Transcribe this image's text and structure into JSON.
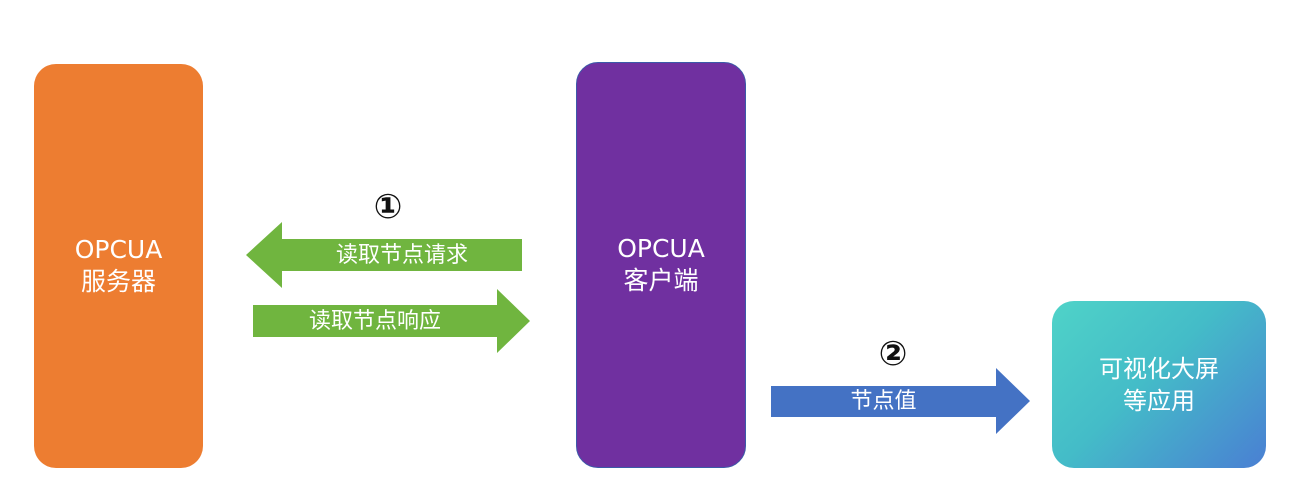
{
  "nodes": {
    "server": {
      "line1": "OPCUA",
      "line2": "服务器"
    },
    "client": {
      "line1": "OPCUA",
      "line2": "客户端"
    },
    "screen_app": {
      "line1": "可视化大屏",
      "line2": "等应用"
    }
  },
  "arrows": {
    "read_request": {
      "label": "读取节点请求",
      "color": "#70b53f"
    },
    "read_response": {
      "label": "读取节点响应",
      "color": "#70b53f"
    },
    "node_value": {
      "label": "节点值",
      "color": "#4472c4"
    }
  },
  "steps": {
    "step1": "①",
    "step2": "②"
  },
  "colors": {
    "server": "#ed7d31",
    "client": "#7030a0",
    "screen_app_gradient_start": "#4fd3c8",
    "screen_app_gradient_end": "#4a7fd3"
  }
}
